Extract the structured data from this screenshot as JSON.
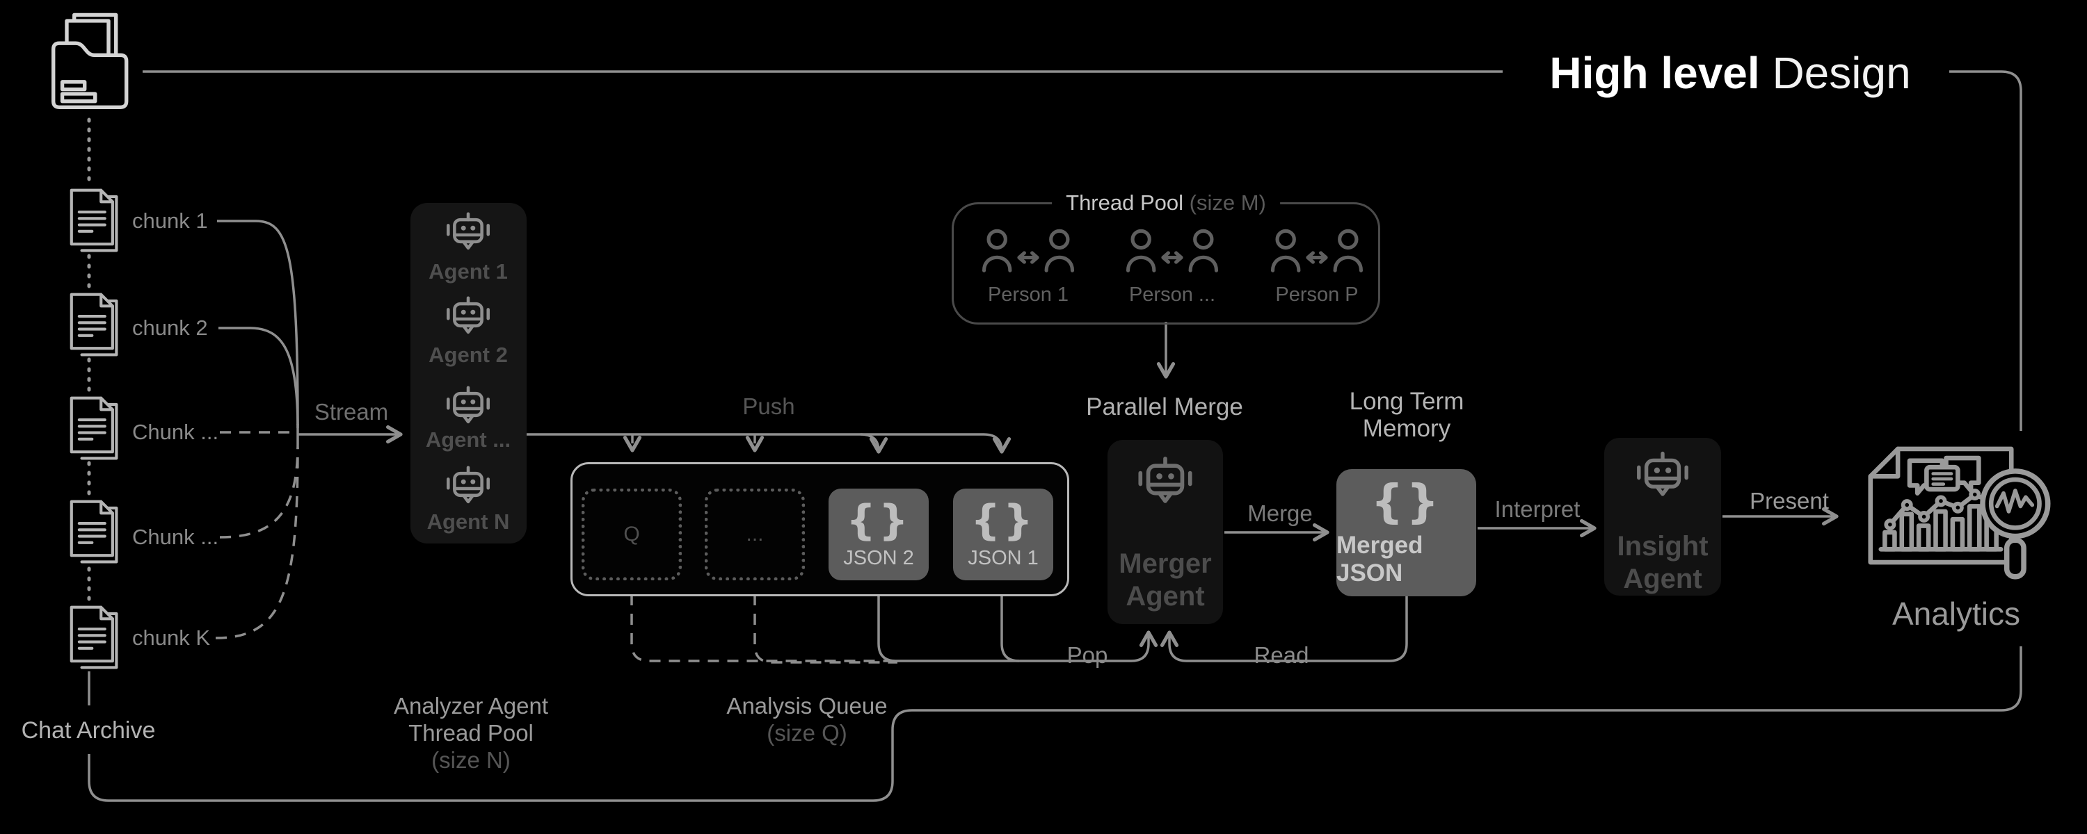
{
  "title": {
    "bold": "High level",
    "light": "Design"
  },
  "archive": {
    "label": "Chat Archive",
    "chunks": [
      {
        "label": "chunk 1"
      },
      {
        "label": "chunk 2"
      },
      {
        "label": "Chunk ..."
      },
      {
        "label": "Chunk ..."
      },
      {
        "label": "chunk K"
      }
    ]
  },
  "flow": {
    "stream": "Stream",
    "push": "Push",
    "pop": "Pop",
    "read": "Read",
    "merge": "Merge",
    "interpret": "Interpret",
    "present": "Present",
    "parallel_merge": "Parallel Merge"
  },
  "analyzer_pool": {
    "agents": [
      {
        "label": "Agent 1"
      },
      {
        "label": "Agent 2"
      },
      {
        "label": "Agent ..."
      },
      {
        "label": "Agent N"
      }
    ],
    "caption": {
      "line1": "Analyzer Agent",
      "line2": "Thread Pool",
      "size": "(size N)"
    }
  },
  "queue": {
    "empty_slots": [
      {
        "label": "Q"
      },
      {
        "label": "..."
      }
    ],
    "json_slots": [
      {
        "icon": "{}",
        "label": "JSON 2"
      },
      {
        "icon": "{}",
        "label": "JSON 1"
      }
    ],
    "caption": {
      "line1": "Analysis Queue",
      "size": "(size Q)"
    }
  },
  "thread_pool": {
    "title": "Thread Pool",
    "size": "(size M)",
    "persons": [
      {
        "label": "Person 1"
      },
      {
        "label": "Person ..."
      },
      {
        "label": "Person P"
      }
    ]
  },
  "long_term_memory": {
    "line1": "Long Term",
    "line2": "Memory"
  },
  "merged_json": {
    "icon": "{}",
    "label": "Merged JSON"
  },
  "merger_agent": {
    "line1": "Merger",
    "line2": "Agent"
  },
  "insight_agent": {
    "line1": "Insight",
    "line2": "Agent"
  },
  "analytics": {
    "label": "Analytics"
  },
  "colors": {
    "background": "#000000",
    "line": "#8f8f8f",
    "bright_icon": "#d4d4d4",
    "panel": "#151515",
    "slot_fill": "#5c5c5c",
    "queue_border": "#b8b8b8",
    "title": "#ffffff"
  }
}
